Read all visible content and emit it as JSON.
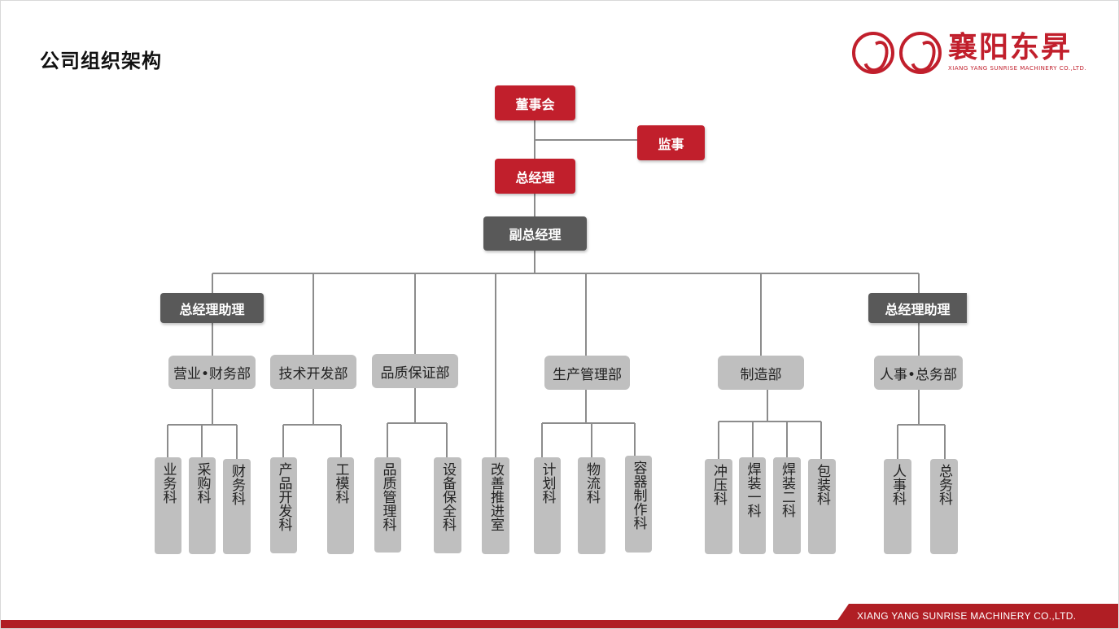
{
  "title": "公司组织架构",
  "logo": {
    "name_cn": "襄阳东昇",
    "name_en": "XIANG YANG SUNRISE MACHINERY CO.,LTD."
  },
  "footer": {
    "company": "XIANG YANG SUNRISE MACHINERY CO.,LTD."
  },
  "colors": {
    "accent_red": "#c11f2c",
    "dark_gray": "#595959",
    "light_gray": "#bfbfbf",
    "line": "#8c8c8c"
  },
  "org": {
    "board": "董事会",
    "supervisor": "监事",
    "gm": "总经理",
    "vgm": "副总经理",
    "assistant_left": "总经理助理",
    "assistant_right": "总经理助理",
    "departments": [
      {
        "name": "营业•财务部",
        "sections": [
          "业务科",
          "采购科",
          "财务科"
        ]
      },
      {
        "name": "技术开发部",
        "sections": [
          "产品开发科",
          "工模科"
        ]
      },
      {
        "name": "品质保证部",
        "sections": [
          "品质管理科",
          "设备保全科"
        ]
      },
      {
        "name": "",
        "sections": [
          "改善推进室"
        ]
      },
      {
        "name": "生产管理部",
        "sections": [
          "计划科",
          "物流科",
          "容器制作科"
        ]
      },
      {
        "name": "制造部",
        "sections": [
          "冲压科",
          "焊装一科",
          "焊装二科",
          "包装科"
        ]
      },
      {
        "name": "人事•总务部",
        "sections": [
          "人事科",
          "总务科"
        ]
      }
    ]
  }
}
